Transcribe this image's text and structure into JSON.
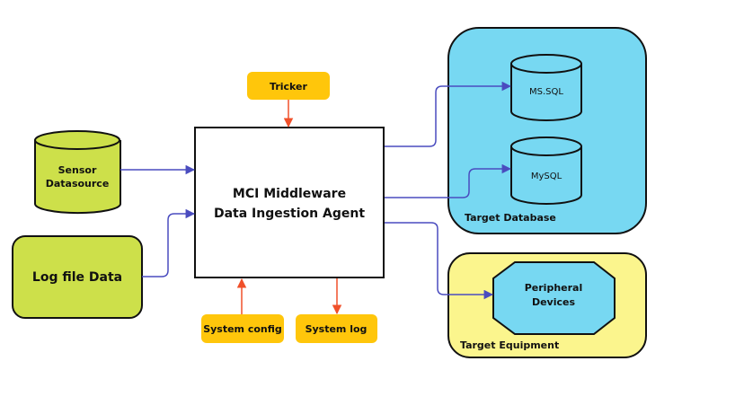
{
  "colors": {
    "cyan": "#77d8f2",
    "lime": "#cde04a",
    "yellow_orange": "#ffc60b",
    "pale_yellow": "#fbf58d",
    "blue_arrow": "#4a4cbf",
    "red_arrow": "#f0502a"
  },
  "nodes": {
    "sensor": {
      "line1": "Sensor",
      "line2": "Datasource"
    },
    "logfile": {
      "label": "Log file Data"
    },
    "tricker": {
      "label": "Tricker"
    },
    "middleware": {
      "line1": "MCI Middleware",
      "line2": "Data Ingestion Agent"
    },
    "sysconfig": {
      "label": "System config"
    },
    "syslog": {
      "label": "System log"
    },
    "mssql": {
      "label": "MS.SQL"
    },
    "mysql": {
      "label": "MySQL"
    },
    "target_db": {
      "label": "Target Database"
    },
    "peripheral": {
      "line1": "Peripheral",
      "line2": "Devices"
    },
    "target_eq": {
      "label": "Target Equipment"
    }
  }
}
